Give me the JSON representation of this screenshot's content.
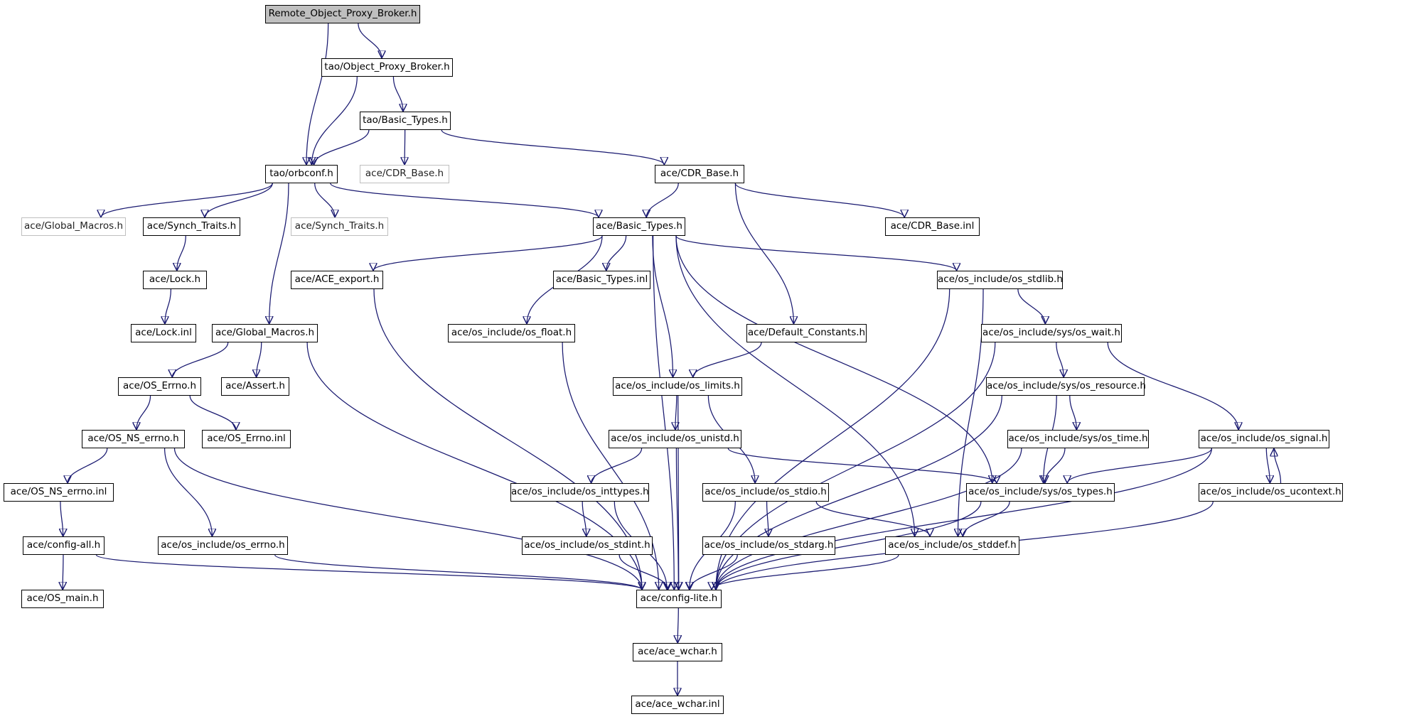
{
  "graph": {
    "node_style": {
      "border": "#000000",
      "root_fill": "#bfbfbf",
      "external_border": "#bfbfbf",
      "edge_color": "#191970"
    },
    "nodes": [
      {
        "id": "root",
        "label": "Remote_Object_Proxy_Broker.h"
      },
      {
        "id": "opb",
        "label": "tao/Object_Proxy_Broker.h"
      },
      {
        "id": "tbt",
        "label": "tao/Basic_Types.h"
      },
      {
        "id": "orb",
        "label": "tao/orbconf.h"
      },
      {
        "id": "cdrext",
        "label": "ace/CDR_Base.h"
      },
      {
        "id": "cdr",
        "label": "ace/CDR_Base.h"
      },
      {
        "id": "gmext",
        "label": "ace/Global_Macros.h"
      },
      {
        "id": "st",
        "label": "ace/Synch_Traits.h"
      },
      {
        "id": "stext",
        "label": "ace/Synch_Traits.h"
      },
      {
        "id": "abt",
        "label": "ace/Basic_Types.h"
      },
      {
        "id": "cdrinl",
        "label": "ace/CDR_Base.inl"
      },
      {
        "id": "lock",
        "label": "ace/Lock.h"
      },
      {
        "id": "acex",
        "label": "ace/ACE_export.h"
      },
      {
        "id": "abtinl",
        "label": "ace/Basic_Types.inl"
      },
      {
        "id": "stdlib",
        "label": "ace/os_include/os_stdlib.h"
      },
      {
        "id": "lockinl",
        "label": "ace/Lock.inl"
      },
      {
        "id": "gm",
        "label": "ace/Global_Macros.h"
      },
      {
        "id": "float",
        "label": "ace/os_include/os_float.h"
      },
      {
        "id": "defc",
        "label": "ace/Default_Constants.h"
      },
      {
        "id": "wait",
        "label": "ace/os_include/sys/os_wait.h"
      },
      {
        "id": "oserrno",
        "label": "ace/OS_Errno.h"
      },
      {
        "id": "assert",
        "label": "ace/Assert.h"
      },
      {
        "id": "limits",
        "label": "ace/os_include/os_limits.h"
      },
      {
        "id": "resource",
        "label": "ace/os_include/sys/os_resource.h"
      },
      {
        "id": "nserrno",
        "label": "ace/OS_NS_errno.h"
      },
      {
        "id": "oserrnoinl",
        "label": "ace/OS_Errno.inl"
      },
      {
        "id": "unistd",
        "label": "ace/os_include/os_unistd.h"
      },
      {
        "id": "ostime",
        "label": "ace/os_include/sys/os_time.h"
      },
      {
        "id": "signal",
        "label": "ace/os_include/os_signal.h"
      },
      {
        "id": "nserrnoinl",
        "label": "ace/OS_NS_errno.inl"
      },
      {
        "id": "inttypes",
        "label": "ace/os_include/os_inttypes.h"
      },
      {
        "id": "stdio",
        "label": "ace/os_include/os_stdio.h"
      },
      {
        "id": "types",
        "label": "ace/os_include/sys/os_types.h"
      },
      {
        "id": "ucontext",
        "label": "ace/os_include/os_ucontext.h"
      },
      {
        "id": "configall",
        "label": "ace/config-all.h"
      },
      {
        "id": "errnoh",
        "label": "ace/os_include/os_errno.h"
      },
      {
        "id": "stdint",
        "label": "ace/os_include/os_stdint.h"
      },
      {
        "id": "stdarg",
        "label": "ace/os_include/os_stdarg.h"
      },
      {
        "id": "stddef",
        "label": "ace/os_include/os_stddef.h"
      },
      {
        "id": "osmain",
        "label": "ace/OS_main.h"
      },
      {
        "id": "configlite",
        "label": "ace/config-lite.h"
      },
      {
        "id": "wchar",
        "label": "ace/ace_wchar.h"
      },
      {
        "id": "wcharinl",
        "label": "ace/ace_wchar.inl"
      }
    ],
    "edges": [
      [
        "root",
        "opb"
      ],
      [
        "root",
        "orb"
      ],
      [
        "opb",
        "tbt"
      ],
      [
        "opb",
        "orb"
      ],
      [
        "tbt",
        "orb"
      ],
      [
        "tbt",
        "cdrext"
      ],
      [
        "tbt",
        "cdr"
      ],
      [
        "orb",
        "gmext"
      ],
      [
        "orb",
        "st"
      ],
      [
        "orb",
        "stext"
      ],
      [
        "orb",
        "abt"
      ],
      [
        "orb",
        "gm"
      ],
      [
        "cdr",
        "abt"
      ],
      [
        "cdr",
        "cdrinl"
      ],
      [
        "cdr",
        "defc"
      ],
      [
        "st",
        "lock"
      ],
      [
        "lock",
        "lockinl"
      ],
      [
        "abt",
        "acex"
      ],
      [
        "abt",
        "abtinl"
      ],
      [
        "abt",
        "stdlib"
      ],
      [
        "abt",
        "float"
      ],
      [
        "abt",
        "limits"
      ],
      [
        "abt",
        "stddef"
      ],
      [
        "abt",
        "types"
      ],
      [
        "abt",
        "configlite"
      ],
      [
        "acex",
        "configlite"
      ],
      [
        "stdlib",
        "wait"
      ],
      [
        "stdlib",
        "stddef"
      ],
      [
        "stdlib",
        "configlite"
      ],
      [
        "gm",
        "oserrno"
      ],
      [
        "gm",
        "assert"
      ],
      [
        "gm",
        "configlite"
      ],
      [
        "float",
        "configlite"
      ],
      [
        "defc",
        "limits"
      ],
      [
        "wait",
        "resource"
      ],
      [
        "wait",
        "signal"
      ],
      [
        "wait",
        "configlite"
      ],
      [
        "oserrno",
        "nserrno"
      ],
      [
        "oserrno",
        "oserrnoinl"
      ],
      [
        "limits",
        "unistd"
      ],
      [
        "limits",
        "stdio"
      ],
      [
        "limits",
        "configlite"
      ],
      [
        "resource",
        "ostime"
      ],
      [
        "resource",
        "types"
      ],
      [
        "resource",
        "configlite"
      ],
      [
        "nserrno",
        "nserrnoinl"
      ],
      [
        "nserrno",
        "errnoh"
      ],
      [
        "nserrno",
        "configlite"
      ],
      [
        "unistd",
        "inttypes"
      ],
      [
        "unistd",
        "types"
      ],
      [
        "unistd",
        "configlite"
      ],
      [
        "ostime",
        "types"
      ],
      [
        "ostime",
        "configlite"
      ],
      [
        "signal",
        "types"
      ],
      [
        "signal",
        "ucontext"
      ],
      [
        "signal",
        "configlite"
      ],
      [
        "nserrnoinl",
        "configall"
      ],
      [
        "inttypes",
        "stdint"
      ],
      [
        "inttypes",
        "configlite"
      ],
      [
        "stdio",
        "stdarg"
      ],
      [
        "stdio",
        "stddef"
      ],
      [
        "stdio",
        "configlite"
      ],
      [
        "types",
        "stddef"
      ],
      [
        "types",
        "configlite"
      ],
      [
        "ucontext",
        "signal"
      ],
      [
        "ucontext",
        "configlite"
      ],
      [
        "configall",
        "osmain"
      ],
      [
        "configall",
        "configlite"
      ],
      [
        "errnoh",
        "configlite"
      ],
      [
        "stdint",
        "configlite"
      ],
      [
        "stdarg",
        "configlite"
      ],
      [
        "stddef",
        "configlite"
      ],
      [
        "configlite",
        "wchar"
      ],
      [
        "wchar",
        "wcharinl"
      ]
    ]
  }
}
